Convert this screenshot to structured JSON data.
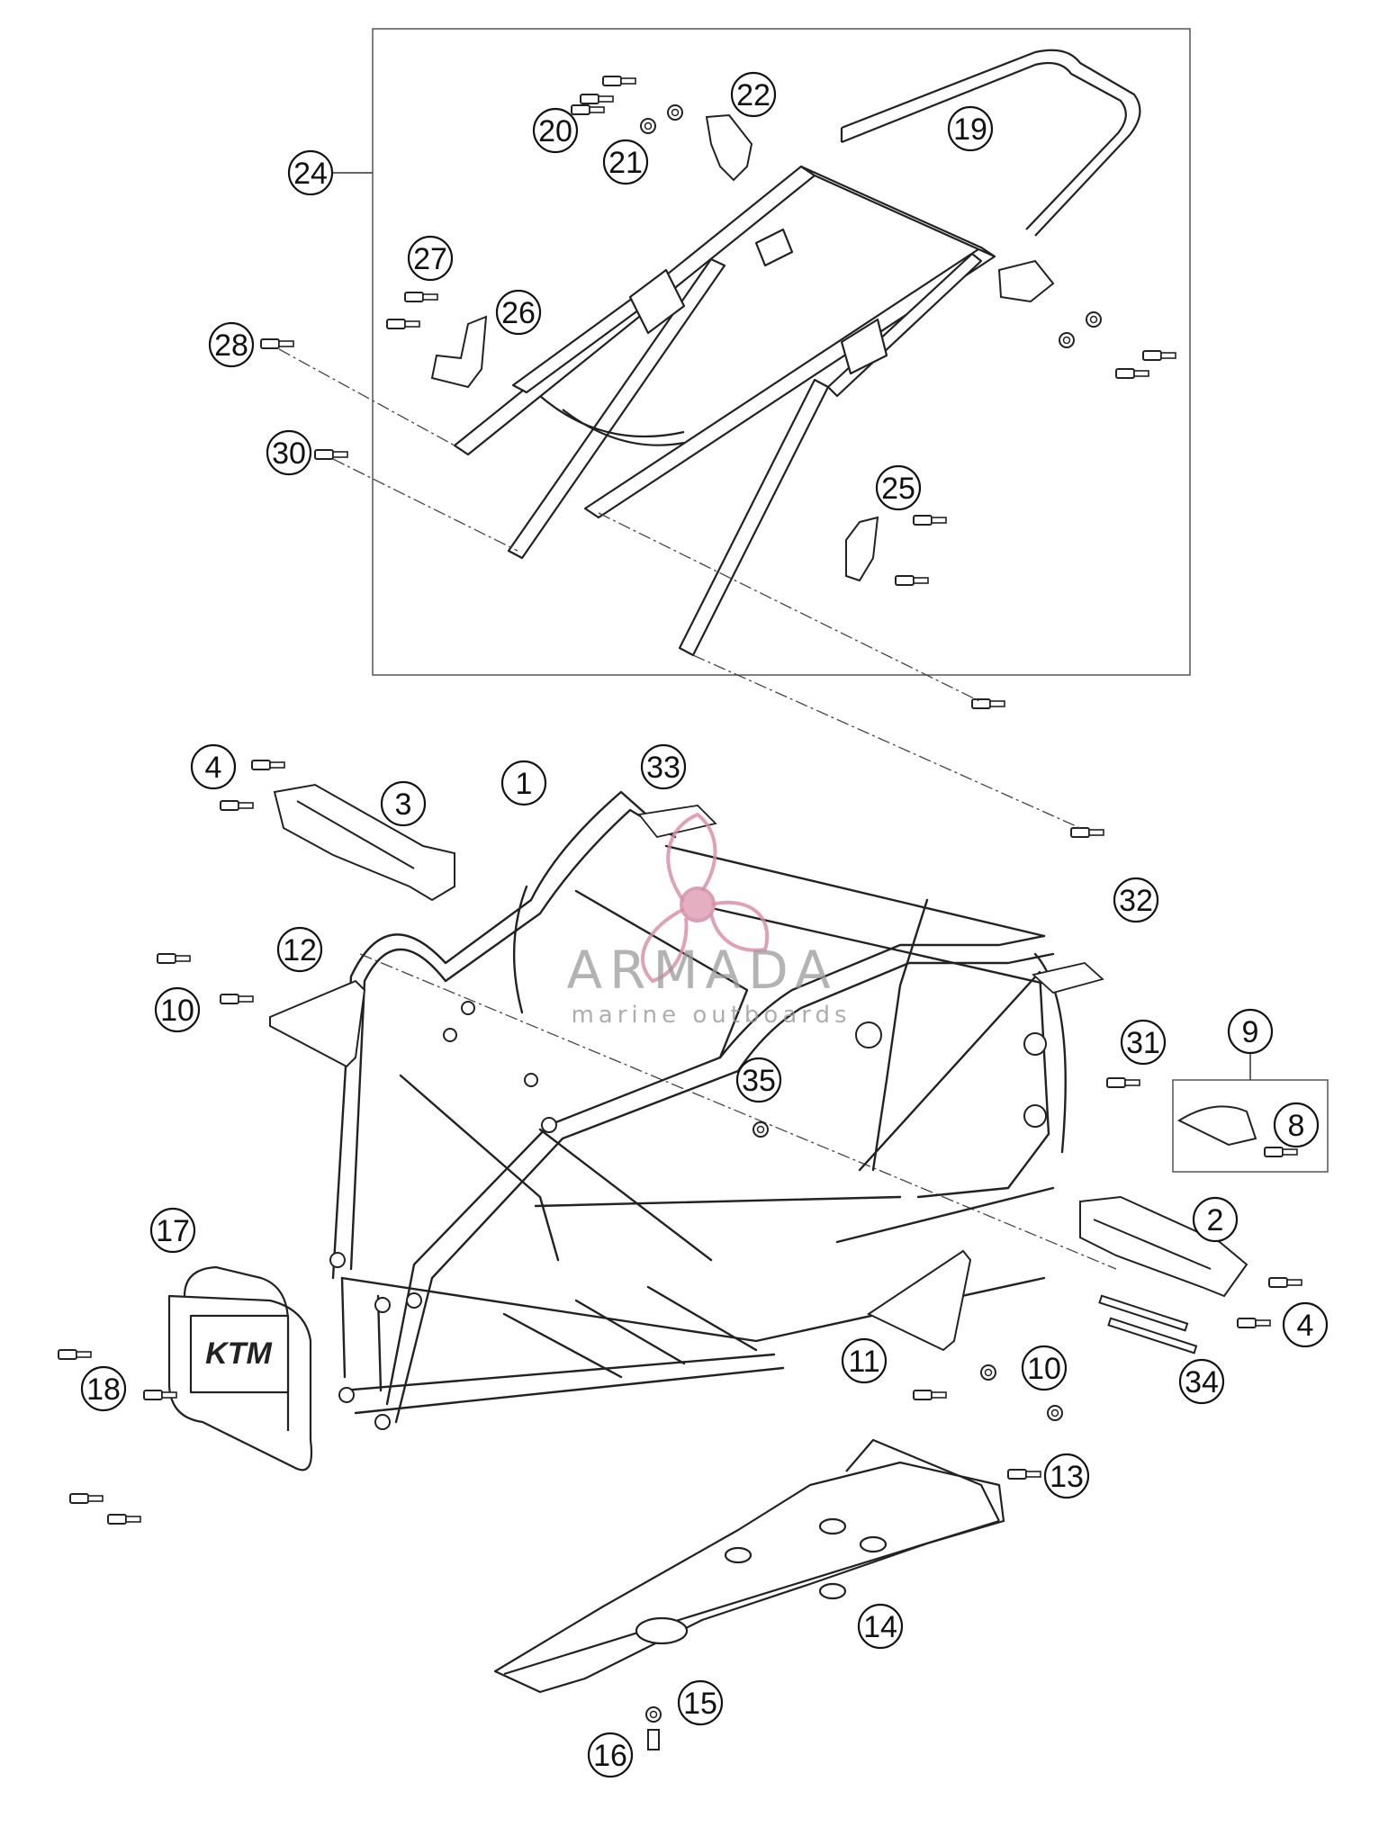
{
  "diagram": {
    "callouts": [
      {
        "id": "p1",
        "label": "1"
      },
      {
        "id": "p2",
        "label": "2"
      },
      {
        "id": "p3",
        "label": "3"
      },
      {
        "id": "p4a",
        "label": "4"
      },
      {
        "id": "p4b",
        "label": "4"
      },
      {
        "id": "p8",
        "label": "8"
      },
      {
        "id": "p9",
        "label": "9"
      },
      {
        "id": "p10a",
        "label": "10"
      },
      {
        "id": "p10b",
        "label": "10"
      },
      {
        "id": "p11",
        "label": "11"
      },
      {
        "id": "p12",
        "label": "12"
      },
      {
        "id": "p13",
        "label": "13"
      },
      {
        "id": "p14",
        "label": "14"
      },
      {
        "id": "p15",
        "label": "15"
      },
      {
        "id": "p16",
        "label": "16"
      },
      {
        "id": "p17",
        "label": "17"
      },
      {
        "id": "p18",
        "label": "18"
      },
      {
        "id": "p19",
        "label": "19"
      },
      {
        "id": "p20",
        "label": "20"
      },
      {
        "id": "p21",
        "label": "21"
      },
      {
        "id": "p22",
        "label": "22"
      },
      {
        "id": "p24",
        "label": "24"
      },
      {
        "id": "p25",
        "label": "25"
      },
      {
        "id": "p26",
        "label": "26"
      },
      {
        "id": "p27",
        "label": "27"
      },
      {
        "id": "p28",
        "label": "28"
      },
      {
        "id": "p30",
        "label": "30"
      },
      {
        "id": "p31",
        "label": "31"
      },
      {
        "id": "p32",
        "label": "32"
      },
      {
        "id": "p33",
        "label": "33"
      },
      {
        "id": "p34",
        "label": "34"
      },
      {
        "id": "p35",
        "label": "35"
      }
    ],
    "guard_logo_text": "KTM"
  },
  "watermark": {
    "name": "ARMADA",
    "tagline": "marine outboards",
    "accent_color": "#d98aa6"
  }
}
